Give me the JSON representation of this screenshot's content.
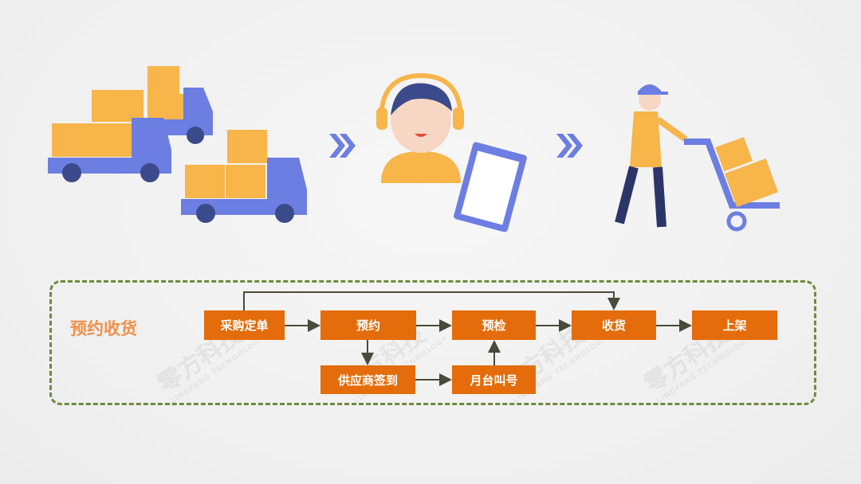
{
  "section_title": "预约收货",
  "steps": {
    "po": "采购定单",
    "appointment": "预约",
    "precheck": "预检",
    "receive": "收货",
    "shelve": "上架",
    "checkin": "供应商签到",
    "dock_call": "月台叫号"
  },
  "watermark": {
    "name": "零方科技",
    "sub": "LINGFANG TECHNOLOGY"
  },
  "colors": {
    "box": "#e46c0a",
    "title": "#f0904a",
    "frame": "#6f8a3c",
    "arrow": "#4a4a3a",
    "accent": "#6c7ee1",
    "carton": "#f7b54a"
  }
}
